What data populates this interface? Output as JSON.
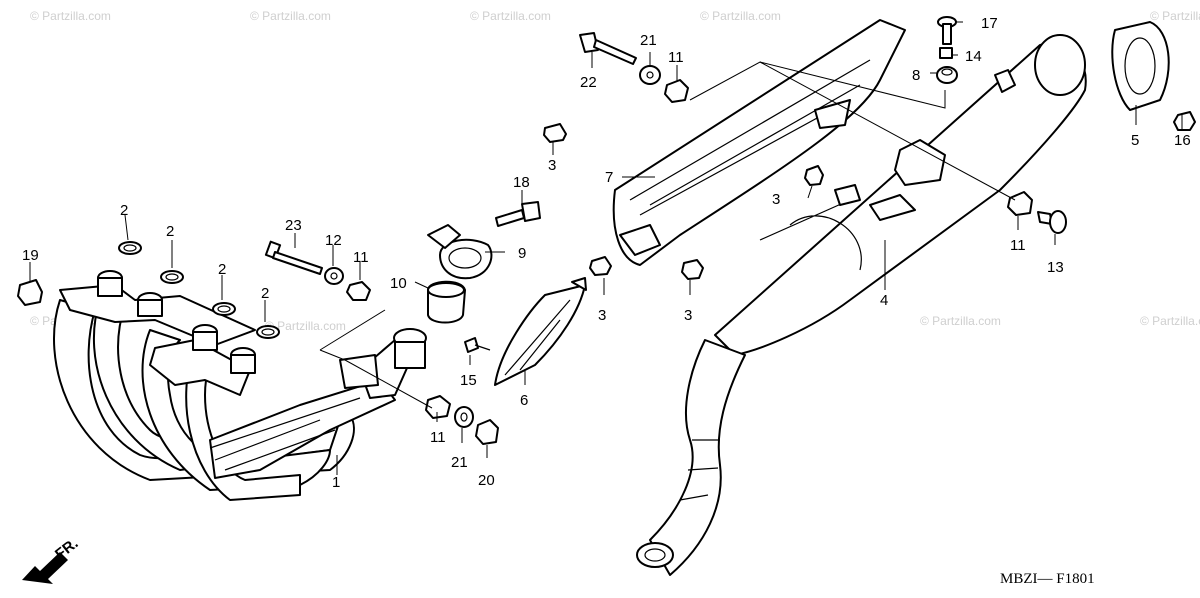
{
  "diagram": {
    "figure_code": "MBZI— F1801",
    "direction_marker": "FR.",
    "watermark": "© Partzilla.com",
    "callouts": [
      {
        "id": "c1",
        "text": "1"
      },
      {
        "id": "c2a",
        "text": "2"
      },
      {
        "id": "c2b",
        "text": "2"
      },
      {
        "id": "c2c",
        "text": "2"
      },
      {
        "id": "c2d",
        "text": "2"
      },
      {
        "id": "c3a",
        "text": "3"
      },
      {
        "id": "c3b",
        "text": "3"
      },
      {
        "id": "c3c",
        "text": "3"
      },
      {
        "id": "c3d",
        "text": "3"
      },
      {
        "id": "c4",
        "text": "4"
      },
      {
        "id": "c5",
        "text": "5"
      },
      {
        "id": "c6",
        "text": "6"
      },
      {
        "id": "c7",
        "text": "7"
      },
      {
        "id": "c8",
        "text": "8"
      },
      {
        "id": "c9",
        "text": "9"
      },
      {
        "id": "c10",
        "text": "10"
      },
      {
        "id": "c11a",
        "text": "11"
      },
      {
        "id": "c11b",
        "text": "11"
      },
      {
        "id": "c11c",
        "text": "11"
      },
      {
        "id": "c11d",
        "text": "11"
      },
      {
        "id": "c12",
        "text": "12"
      },
      {
        "id": "c13",
        "text": "13"
      },
      {
        "id": "c14",
        "text": "14"
      },
      {
        "id": "c15",
        "text": "15"
      },
      {
        "id": "c16",
        "text": "16"
      },
      {
        "id": "c17",
        "text": "17"
      },
      {
        "id": "c18",
        "text": "18"
      },
      {
        "id": "c19",
        "text": "19"
      },
      {
        "id": "c20",
        "text": "20"
      },
      {
        "id": "c21a",
        "text": "21"
      },
      {
        "id": "c21b",
        "text": "21"
      },
      {
        "id": "c22",
        "text": "22"
      },
      {
        "id": "c23",
        "text": "23"
      }
    ]
  }
}
